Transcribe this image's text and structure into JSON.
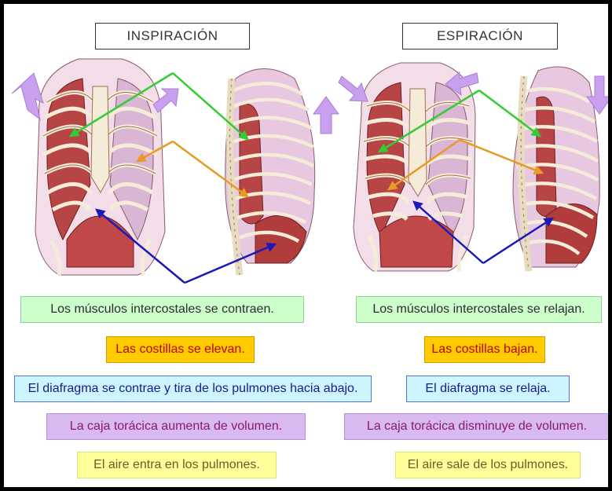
{
  "titles": {
    "inspiracion": "INSPIRACIÓN",
    "espiracion": "ESPIRACIÓN"
  },
  "inspiracion_labels": {
    "intercostales": "Los músculos intercostales se contraen.",
    "costillas": "Las costillas se elevan.",
    "diafragma": "El diafragma se contrae y tira de los pulmones hacia abajo.",
    "caja": "La caja torácica aumenta de volumen.",
    "aire": "El aire entra en los pulmones."
  },
  "espiracion_labels": {
    "intercostales": "Los músculos intercostales se relajan.",
    "costillas": "Las costillas bajan.",
    "diafragma": "El diafragma se relaja.",
    "caja": "La caja torácica disminuye de volumen.",
    "aire": "El aire sale de los pulmones."
  },
  "colors": {
    "arrow_green": "#33cc33",
    "arrow_orange": "#e89a22",
    "arrow_blue": "#1a1ab8",
    "motion_arrow": "#c9a0ee"
  }
}
